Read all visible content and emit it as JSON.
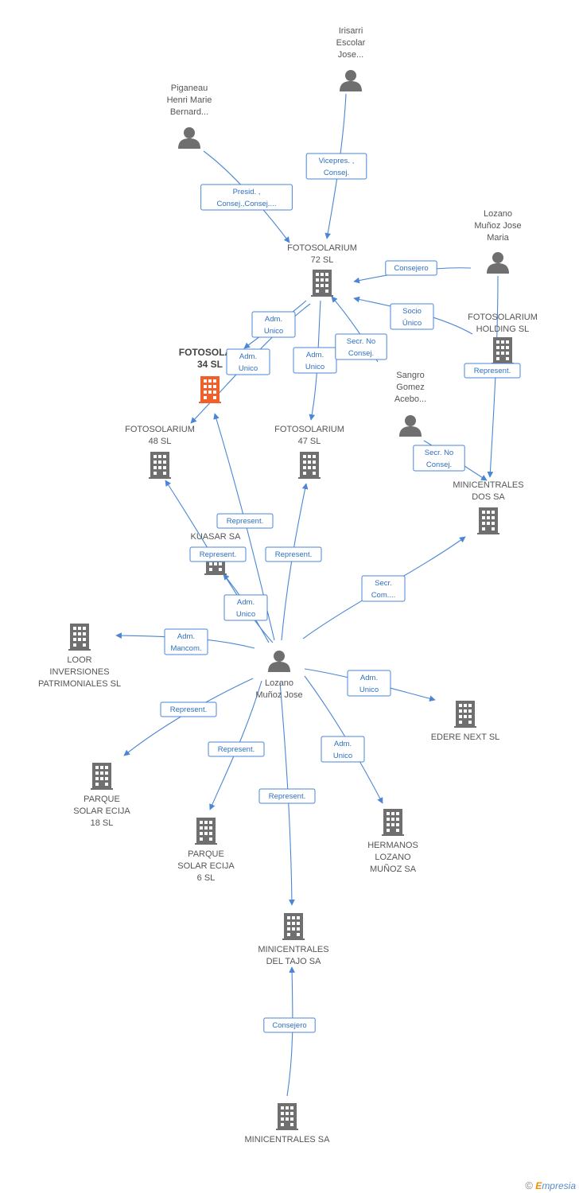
{
  "colors": {
    "edge": "#4a86d4",
    "node_gray": "#6f6f6f",
    "node_focus": "#f0602a"
  },
  "nodes": [
    {
      "id": "irisarri",
      "kind": "person",
      "label": [
        "Irisarri",
        "Escolar",
        "Jose..."
      ]
    },
    {
      "id": "piganeau",
      "kind": "person",
      "label": [
        "Piganeau",
        "Henri Marie",
        "Bernard..."
      ]
    },
    {
      "id": "lozanomaria",
      "kind": "person",
      "label": [
        "Lozano",
        "Muñoz Jose",
        "Maria"
      ]
    },
    {
      "id": "foto72",
      "kind": "company",
      "label": [
        "FOTOSOLARIUM",
        "72 SL"
      ]
    },
    {
      "id": "fotoholding",
      "kind": "company",
      "label": [
        "FOTOSOLARIUM",
        "HOLDING  SL"
      ]
    },
    {
      "id": "foto34",
      "kind": "company-focus",
      "label": [
        "FOTOSOLARI",
        "34 SL"
      ]
    },
    {
      "id": "sangro",
      "kind": "person",
      "label": [
        "Sangro",
        "Gomez",
        "Acebo..."
      ]
    },
    {
      "id": "foto48",
      "kind": "company",
      "label": [
        "FOTOSOLARIUM",
        "48 SL"
      ]
    },
    {
      "id": "foto47",
      "kind": "company",
      "label": [
        "FOTOSOLARIUM",
        "47 SL"
      ]
    },
    {
      "id": "minidos",
      "kind": "company",
      "label": [
        "MINICENTRALES",
        "DOS SA"
      ]
    },
    {
      "id": "kuasar",
      "kind": "company",
      "label": [
        "KUASAR SA"
      ]
    },
    {
      "id": "loor",
      "kind": "company",
      "label": [
        "LOOR",
        "INVERSIONES",
        "PATRIMONIALES SL"
      ]
    },
    {
      "id": "lozano",
      "kind": "person",
      "label": [
        "Lozano",
        "Muñoz Jose"
      ]
    },
    {
      "id": "edere",
      "kind": "company",
      "label": [
        "EDERE NEXT SL"
      ]
    },
    {
      "id": "parque18",
      "kind": "company",
      "label": [
        "PARQUE",
        "SOLAR ECIJA",
        "18 SL"
      ]
    },
    {
      "id": "parque6",
      "kind": "company",
      "label": [
        "PARQUE",
        "SOLAR ECIJA",
        "6 SL"
      ]
    },
    {
      "id": "hermanos",
      "kind": "company",
      "label": [
        "HERMANOS",
        "LOZANO",
        "MUÑOZ SA"
      ]
    },
    {
      "id": "minitajo",
      "kind": "company",
      "label": [
        "MINICENTRALES",
        "DEL TAJO SA"
      ]
    },
    {
      "id": "minisa",
      "kind": "company",
      "label": [
        "MINICENTRALES SA"
      ]
    }
  ],
  "edges": [
    {
      "id": "e1",
      "label": [
        "Vicepres. ,",
        "Consej."
      ]
    },
    {
      "id": "e2",
      "label": [
        "Presid. ,",
        "Consej.,Consej...."
      ]
    },
    {
      "id": "e3",
      "label": [
        "Consejero"
      ]
    },
    {
      "id": "e4",
      "label": [
        "Socio",
        "Único"
      ]
    },
    {
      "id": "e5",
      "label": [
        "Represent."
      ]
    },
    {
      "id": "e6",
      "label": [
        "Adm.",
        "Unico"
      ]
    },
    {
      "id": "e7",
      "label": [
        "Adm.",
        "Unico"
      ]
    },
    {
      "id": "e8",
      "label": [
        "Adm.",
        "Unico"
      ]
    },
    {
      "id": "e9",
      "label": [
        "Secr.  No",
        "Consej."
      ]
    },
    {
      "id": "e10",
      "label": [
        "Secr.  No",
        "Consej."
      ]
    },
    {
      "id": "e11",
      "label": [
        "Represent."
      ]
    },
    {
      "id": "e12",
      "label": [
        "Represent."
      ]
    },
    {
      "id": "e13",
      "label": [
        "Represent."
      ]
    },
    {
      "id": "e14",
      "label": [
        "Adm.",
        "Unico"
      ]
    },
    {
      "id": "e15",
      "label": [
        "Secr.",
        "Com...."
      ]
    },
    {
      "id": "e16",
      "label": [
        "Adm.",
        "Mancom."
      ]
    },
    {
      "id": "e17",
      "label": [
        "Adm.",
        "Unico"
      ]
    },
    {
      "id": "e18",
      "label": [
        "Represent."
      ]
    },
    {
      "id": "e19",
      "label": [
        "Represent."
      ]
    },
    {
      "id": "e20",
      "label": [
        "Adm.",
        "Unico"
      ]
    },
    {
      "id": "e21",
      "label": [
        "Represent."
      ]
    },
    {
      "id": "e22",
      "label": [
        "Consejero"
      ]
    }
  ],
  "footer": {
    "copyright": "©",
    "brand_initial": "E",
    "brand_rest": "mpresia"
  }
}
